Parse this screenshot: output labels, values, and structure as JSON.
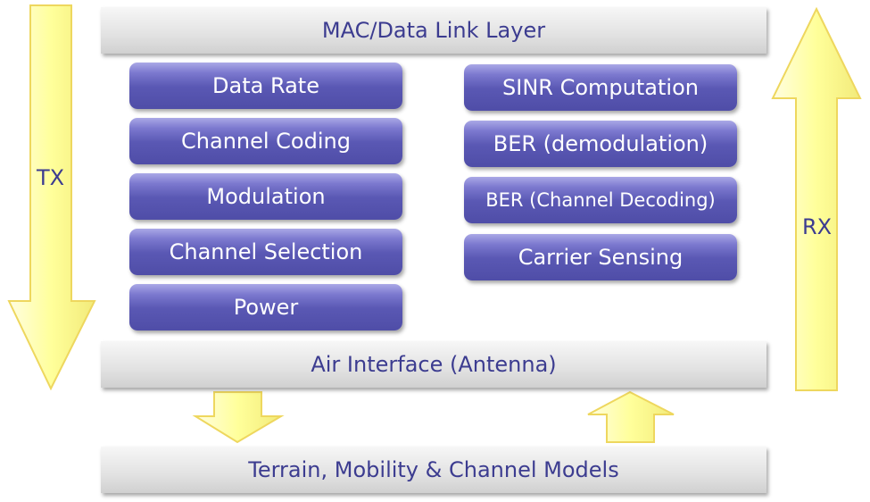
{
  "layers": {
    "mac": "MAC/Data Link Layer",
    "air_interface": "Air Interface (Antenna)",
    "terrain": "Terrain, Mobility & Channel Models"
  },
  "tx": {
    "label": "TX",
    "blocks": [
      "Data Rate",
      "Channel Coding",
      "Modulation",
      "Channel Selection",
      "Power"
    ]
  },
  "rx": {
    "label": "RX",
    "blocks": [
      "SINR Computation",
      "BER (demodulation)",
      "BER (Channel Decoding)",
      "Carrier Sensing"
    ]
  },
  "colors": {
    "arrow_fill": "#ffff99",
    "arrow_stroke": "#eed75e",
    "block_fill": "#5a58b4",
    "bar_text": "#3c3c90"
  }
}
